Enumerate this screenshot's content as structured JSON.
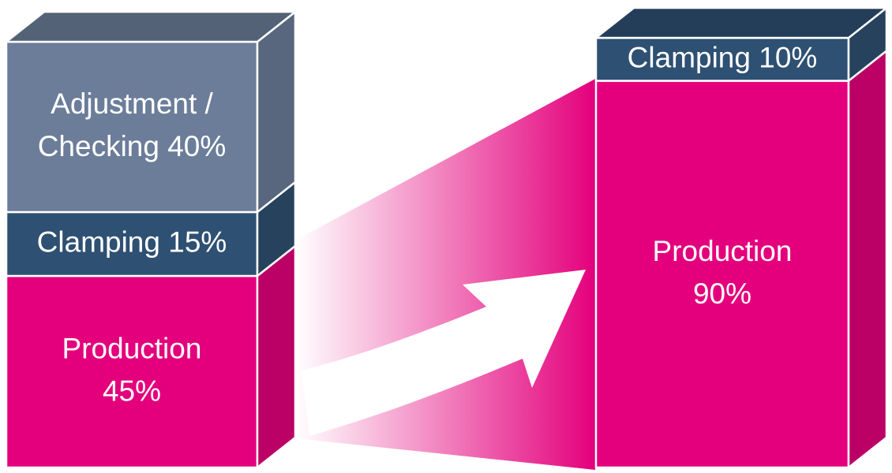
{
  "chart_data": {
    "type": "bar",
    "stacked": true,
    "categories": [
      "",
      ""
    ],
    "series": [
      {
        "name": "Production",
        "values": [
          45,
          90
        ]
      },
      {
        "name": "Clamping",
        "values": [
          15,
          10
        ]
      },
      {
        "name": "Adjustment / Checking",
        "values": [
          40,
          0
        ]
      }
    ],
    "labels": [
      [
        {
          "series": "Production",
          "lines": [
            "Production",
            "45%"
          ]
        },
        {
          "series": "Clamping",
          "lines": [
            "Clamping 15%"
          ]
        },
        {
          "series": "Adjustment / Checking",
          "lines": [
            "Adjustment /",
            "Checking 40%"
          ]
        }
      ],
      [
        {
          "series": "Production",
          "lines": [
            "Production",
            "90%"
          ]
        },
        {
          "series": "Clamping",
          "lines": [
            "Clamping 10%"
          ]
        }
      ]
    ],
    "colors": {
      "Production": "#e4007c",
      "Clamping": "#2e5072",
      "Adjustment / Checking": "#6b7d99"
    },
    "ylim": [
      0,
      100
    ],
    "title": "",
    "xlabel": "",
    "ylabel": "",
    "legend": "none",
    "grid": false,
    "style": "3d-stacked-columns-with-transition-arrow"
  }
}
